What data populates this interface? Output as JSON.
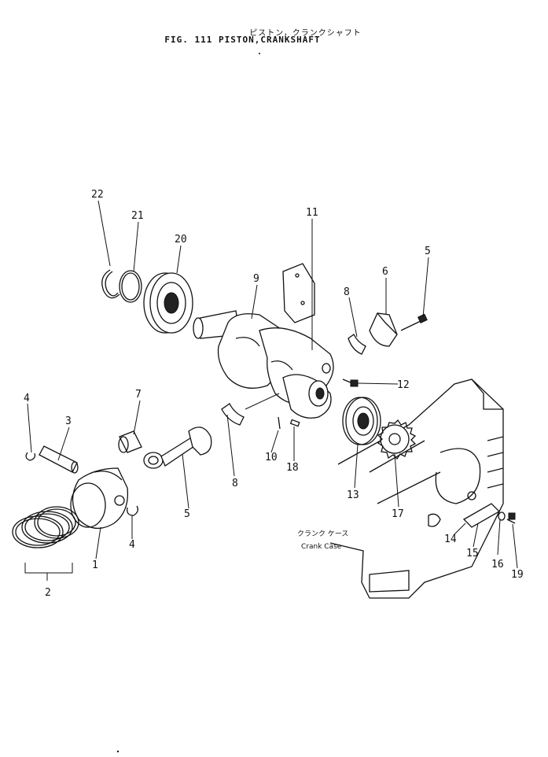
{
  "header": {
    "japanese_title": "ピストン，クランクシャフト",
    "figure_title": "FIG. 111  PISTON,CRANKSHAFT"
  },
  "callouts": [
    {
      "id": "c1",
      "text": "1"
    },
    {
      "id": "c2",
      "text": "2"
    },
    {
      "id": "c3",
      "text": "3"
    },
    {
      "id": "c4a",
      "text": "4"
    },
    {
      "id": "c4b",
      "text": "4"
    },
    {
      "id": "c5a",
      "text": "5"
    },
    {
      "id": "c5b",
      "text": "5"
    },
    {
      "id": "c6",
      "text": "6"
    },
    {
      "id": "c7",
      "text": "7"
    },
    {
      "id": "c8a",
      "text": "8"
    },
    {
      "id": "c8b",
      "text": "8"
    },
    {
      "id": "c9",
      "text": "9"
    },
    {
      "id": "c10",
      "text": "10"
    },
    {
      "id": "c11",
      "text": "11"
    },
    {
      "id": "c12",
      "text": "12"
    },
    {
      "id": "c13",
      "text": "13"
    },
    {
      "id": "c14",
      "text": "14"
    },
    {
      "id": "c15",
      "text": "15"
    },
    {
      "id": "c16",
      "text": "16"
    },
    {
      "id": "c17",
      "text": "17"
    },
    {
      "id": "c18",
      "text": "18"
    },
    {
      "id": "c19",
      "text": "19"
    },
    {
      "id": "c20",
      "text": "20"
    },
    {
      "id": "c21",
      "text": "21"
    },
    {
      "id": "c22",
      "text": "22"
    }
  ],
  "crank_case_note": {
    "japanese": "クランク ケース",
    "english": "Crank Case"
  }
}
